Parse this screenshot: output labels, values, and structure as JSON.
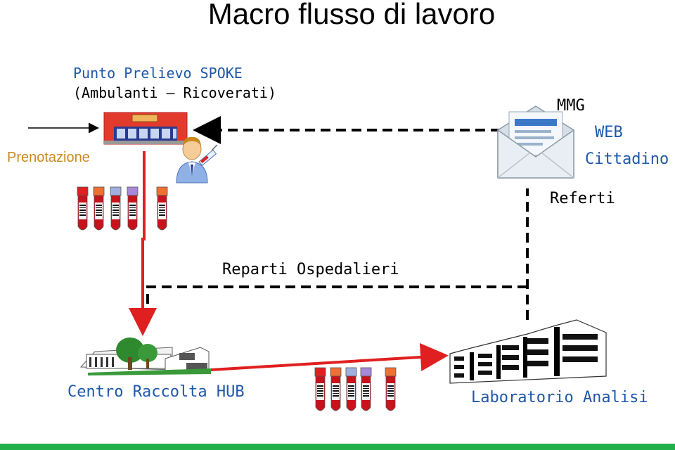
{
  "title": "Macro flusso di lavoro",
  "spoke": {
    "line1": "Punto Prelievo SPOKE",
    "line2": "(Ambulanti – Ricoverati)"
  },
  "prenotazione": "Prenotazione",
  "outputs": {
    "mmg": "MMG",
    "web": "WEB",
    "cittadino": "Cittadino"
  },
  "referti": "Referti",
  "reparti": "Reparti Ospedalieri",
  "hub": "Centro Raccolta HUB",
  "laboratorio": "Laboratorio Analisi",
  "colors": {
    "flow_red": "#e02020",
    "dashed": "#000000",
    "accent_blue": "#1f58a8",
    "accent_orange": "#c98a1f",
    "green_bar": "#22b04b"
  },
  "icons": [
    "clinic-building-icon",
    "doctor-syringe-icon",
    "blood-tubes-icon",
    "envelope-icon",
    "hub-building-icon",
    "laboratory-building-icon"
  ]
}
